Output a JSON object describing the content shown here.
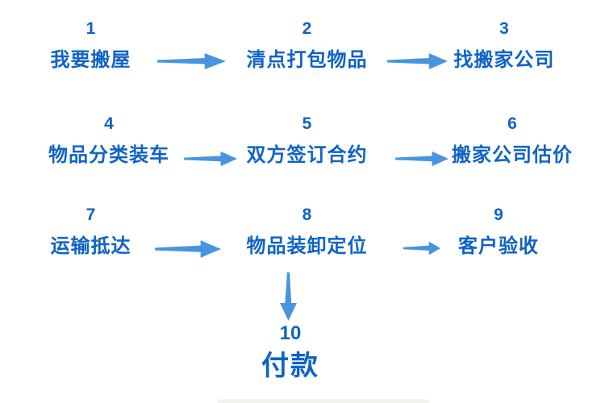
{
  "colors": {
    "text_blue": "#0F63C6",
    "arrow_blue": "#4795E0"
  },
  "steps": [
    {
      "number": "1",
      "label": "我要搬屋"
    },
    {
      "number": "2",
      "label": "清点打包物品"
    },
    {
      "number": "3",
      "label": "找搬家公司"
    },
    {
      "number": "4",
      "label": "物品分类装车"
    },
    {
      "number": "5",
      "label": "双方签订合约"
    },
    {
      "number": "6",
      "label": "搬家公司估价"
    },
    {
      "number": "7",
      "label": "运输抵达"
    },
    {
      "number": "8",
      "label": "物品装卸定位"
    },
    {
      "number": "9",
      "label": "客户验收"
    },
    {
      "number": "10",
      "label": "付款"
    }
  ]
}
